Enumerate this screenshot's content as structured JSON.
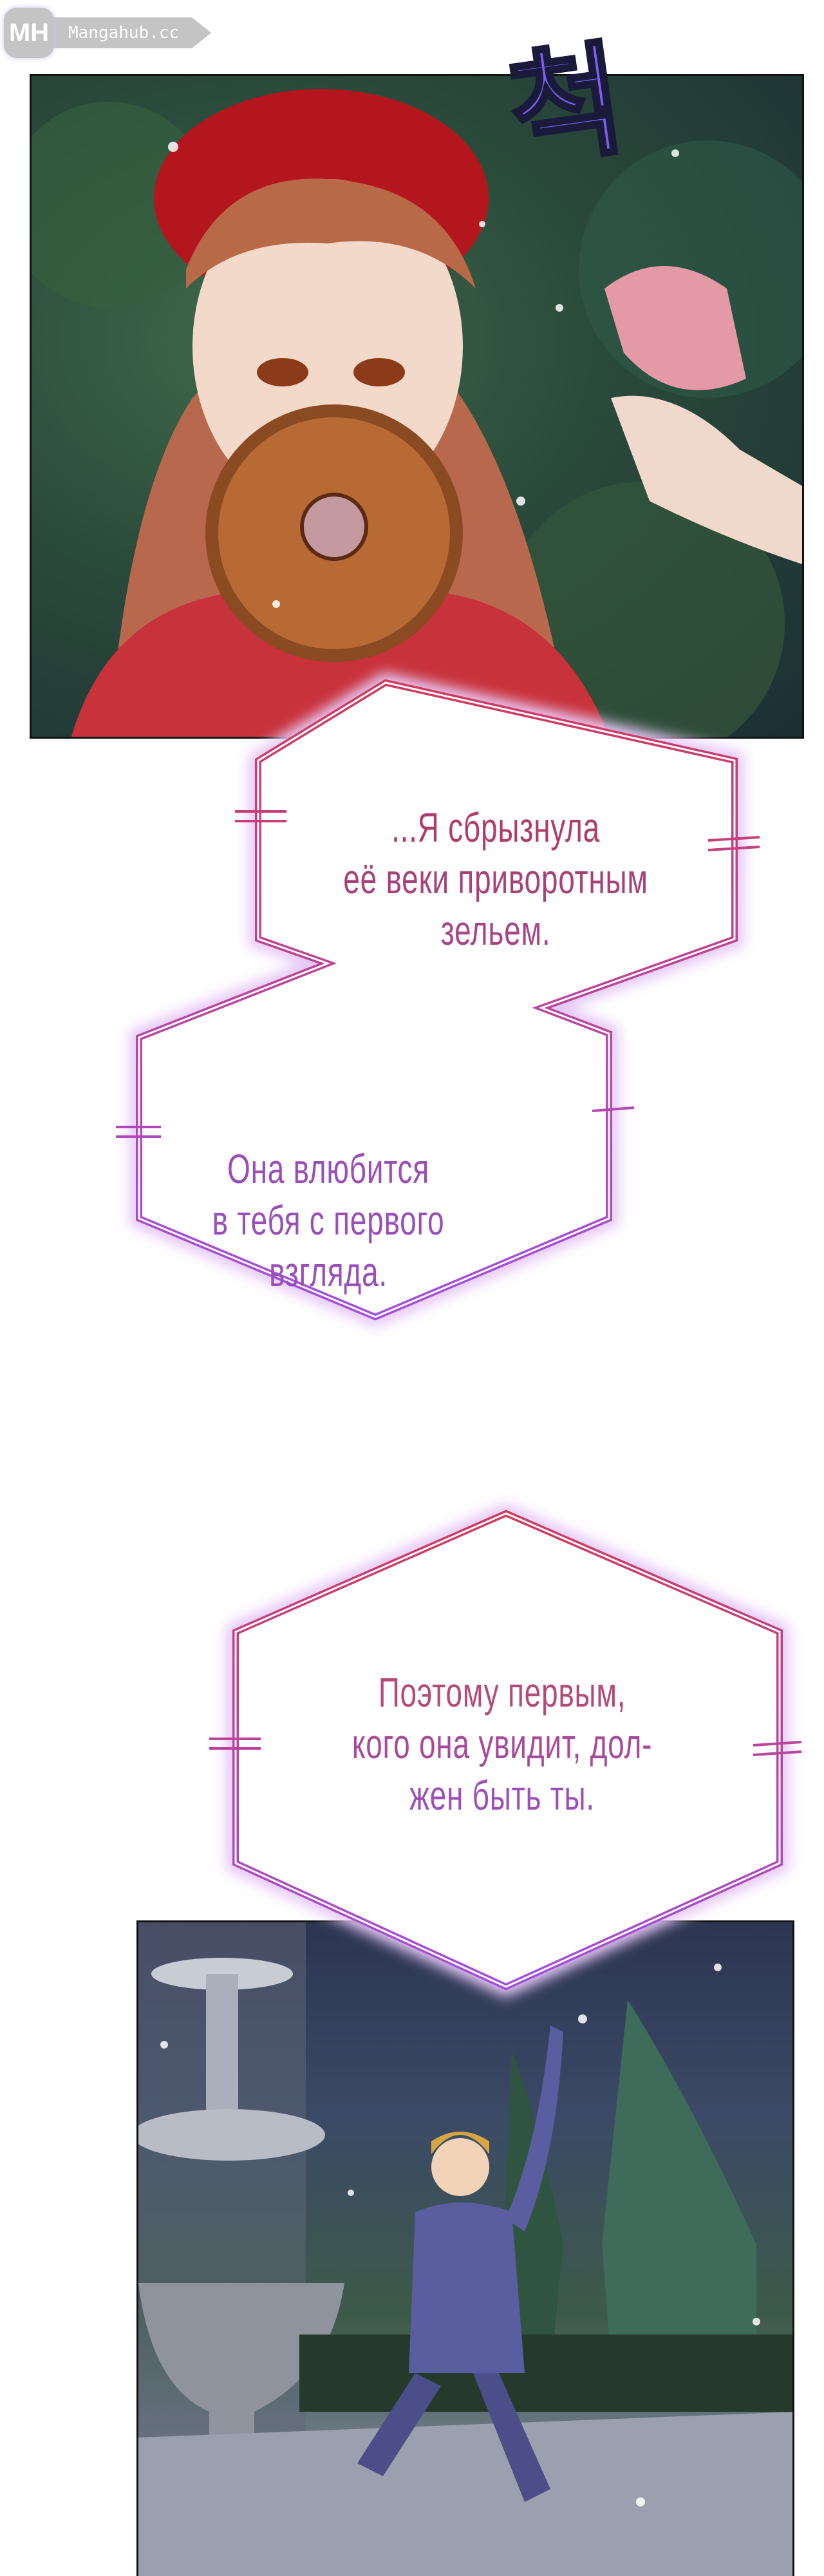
{
  "watermark": {
    "logo": "MH",
    "site": "Mangahub.cc"
  },
  "panel1": {
    "sfx": "척"
  },
  "bubbles": [
    {
      "lines": [
        "...Я сбрызнула",
        "её веки приворотным",
        "зельем."
      ],
      "color": "#b03c6c"
    },
    {
      "lines": [
        "Она влюбится",
        "в тебя с первого",
        "взгляда."
      ],
      "color": "#9a4fb8"
    },
    {
      "lines": [
        "Поэтому первым,",
        "кого она увидит, дол-",
        "жен быть ты."
      ],
      "color": "#b44a86"
    }
  ],
  "colors": {
    "bubble_stroke_top": "#d23a5c",
    "bubble_stroke_bottom": "#a24fe0"
  }
}
